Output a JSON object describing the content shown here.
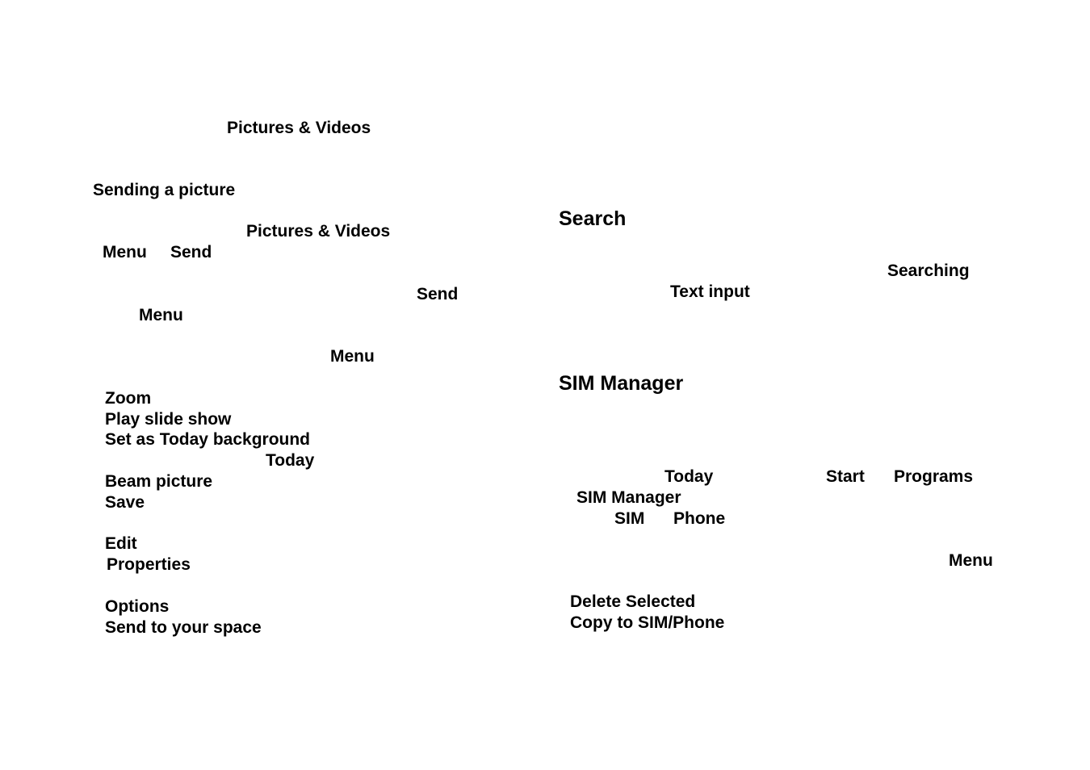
{
  "left_column": {
    "top_title": "Pictures & Videos",
    "section_heading": "Sending a picture",
    "body": {
      "line1_ref": "Pictures & Videos",
      "line2_menu": "Menu",
      "line2_send": "Send",
      "line3_send": "Send",
      "line4_menu": "Menu",
      "line5_menu": "Menu"
    },
    "menu_items": [
      "Zoom",
      "Play slide show",
      "Set as Today background",
      "Today",
      "Beam picture",
      "Save",
      "Edit",
      "Properties",
      "Options",
      "Send to your space"
    ]
  },
  "right_column": {
    "search_heading": "Search",
    "searching_label": "Searching",
    "text_input_label": "Text input",
    "sim_heading": "SIM Manager",
    "nav": {
      "today": "Today",
      "start": "Start",
      "programs": "Programs",
      "sim_manager": "SIM Manager",
      "sim": "SIM",
      "phone": "Phone"
    },
    "menu_label": "Menu",
    "menu_items": [
      "Delete Selected",
      "Copy to SIM/Phone"
    ]
  }
}
